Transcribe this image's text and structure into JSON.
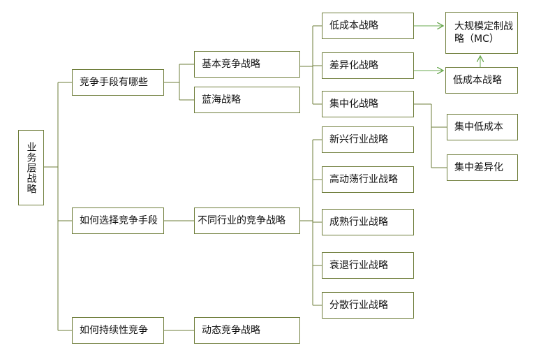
{
  "nodes": {
    "root": "业务层战略",
    "q1": "竞争手段有哪些",
    "q2": "如何选择竞争手段",
    "q3": "如何持续性竞争",
    "basic": "基本竞争战略",
    "blue_ocean": "蓝海战略",
    "industry": "不同行业的竞争战略",
    "dynamic": "动态竞争战略",
    "low_cost": "低成本战略",
    "differentiation": "差异化战略",
    "focus": "集中化战略",
    "mass_custom": "大规模定制战略（MC）",
    "low_cost_2": "低成本战略",
    "focus_low_cost": "集中低成本",
    "focus_diff": "集中差异化",
    "emerging": "新兴行业战略",
    "turbulent": "高动荡行业战略",
    "mature": "成熟行业战略",
    "declining": "衰退行业战略",
    "fragmented": "分散行业战略"
  },
  "colors": {
    "border": "#6e7d3a",
    "line": "#6e7d3a",
    "arrow": "#6aa84f"
  }
}
